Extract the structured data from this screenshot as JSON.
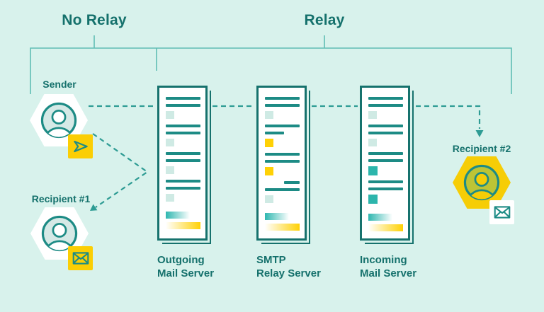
{
  "titles": {
    "no_relay": "No Relay",
    "relay": "Relay"
  },
  "nodes": {
    "sender": {
      "label": "Sender"
    },
    "recipient1": {
      "label": "Recipient #1"
    },
    "recipient2": {
      "label": "Recipient #2"
    }
  },
  "servers": [
    {
      "label_line1": "Outgoing",
      "label_line2": "Mail Server",
      "rows": [
        "line",
        "line",
        "sq_light",
        "line",
        "line",
        "sq_light",
        "line",
        "line",
        "sq_light",
        "line",
        "line",
        "sq_light",
        "bar_teal",
        "bar_yellow"
      ]
    },
    {
      "label_line1": "SMTP",
      "label_line2": "Relay Server",
      "rows": [
        "line",
        "line",
        "sq_light",
        "line",
        "line_short",
        "sq_yellow",
        "line",
        "line",
        "sq_yellow",
        "line_right",
        "line",
        "sq_light",
        "bar_teal",
        "bar_yellow"
      ]
    },
    {
      "label_line1": "Incoming",
      "label_line2": "Mail Server",
      "rows": [
        "line",
        "line",
        "sq_light",
        "line",
        "line",
        "sq_light",
        "line",
        "line",
        "sq_teal",
        "line",
        "line",
        "sq_teal",
        "bar_teal",
        "bar_yellow"
      ]
    }
  ],
  "icons": {
    "sender_badge": "send-icon",
    "recipient1_badge": "envelope-icon",
    "recipient2_badge": "envelope-icon",
    "avatars": "user-avatar-icon"
  },
  "colors": {
    "background": "#d8f2ec",
    "text_dark_teal": "#15716c",
    "stroke_teal": "#1d8b85",
    "bracket_teal": "#5fbdb4",
    "dash_teal": "#2e9c94",
    "yellow": "#f6cd06",
    "square_yellow": "#ffd105",
    "square_light": "#cfeae4",
    "square_teal": "#2cb5ac",
    "avatar_fill_light": "#d5e9e6",
    "avatar_fill_olive": "#bdc435"
  }
}
